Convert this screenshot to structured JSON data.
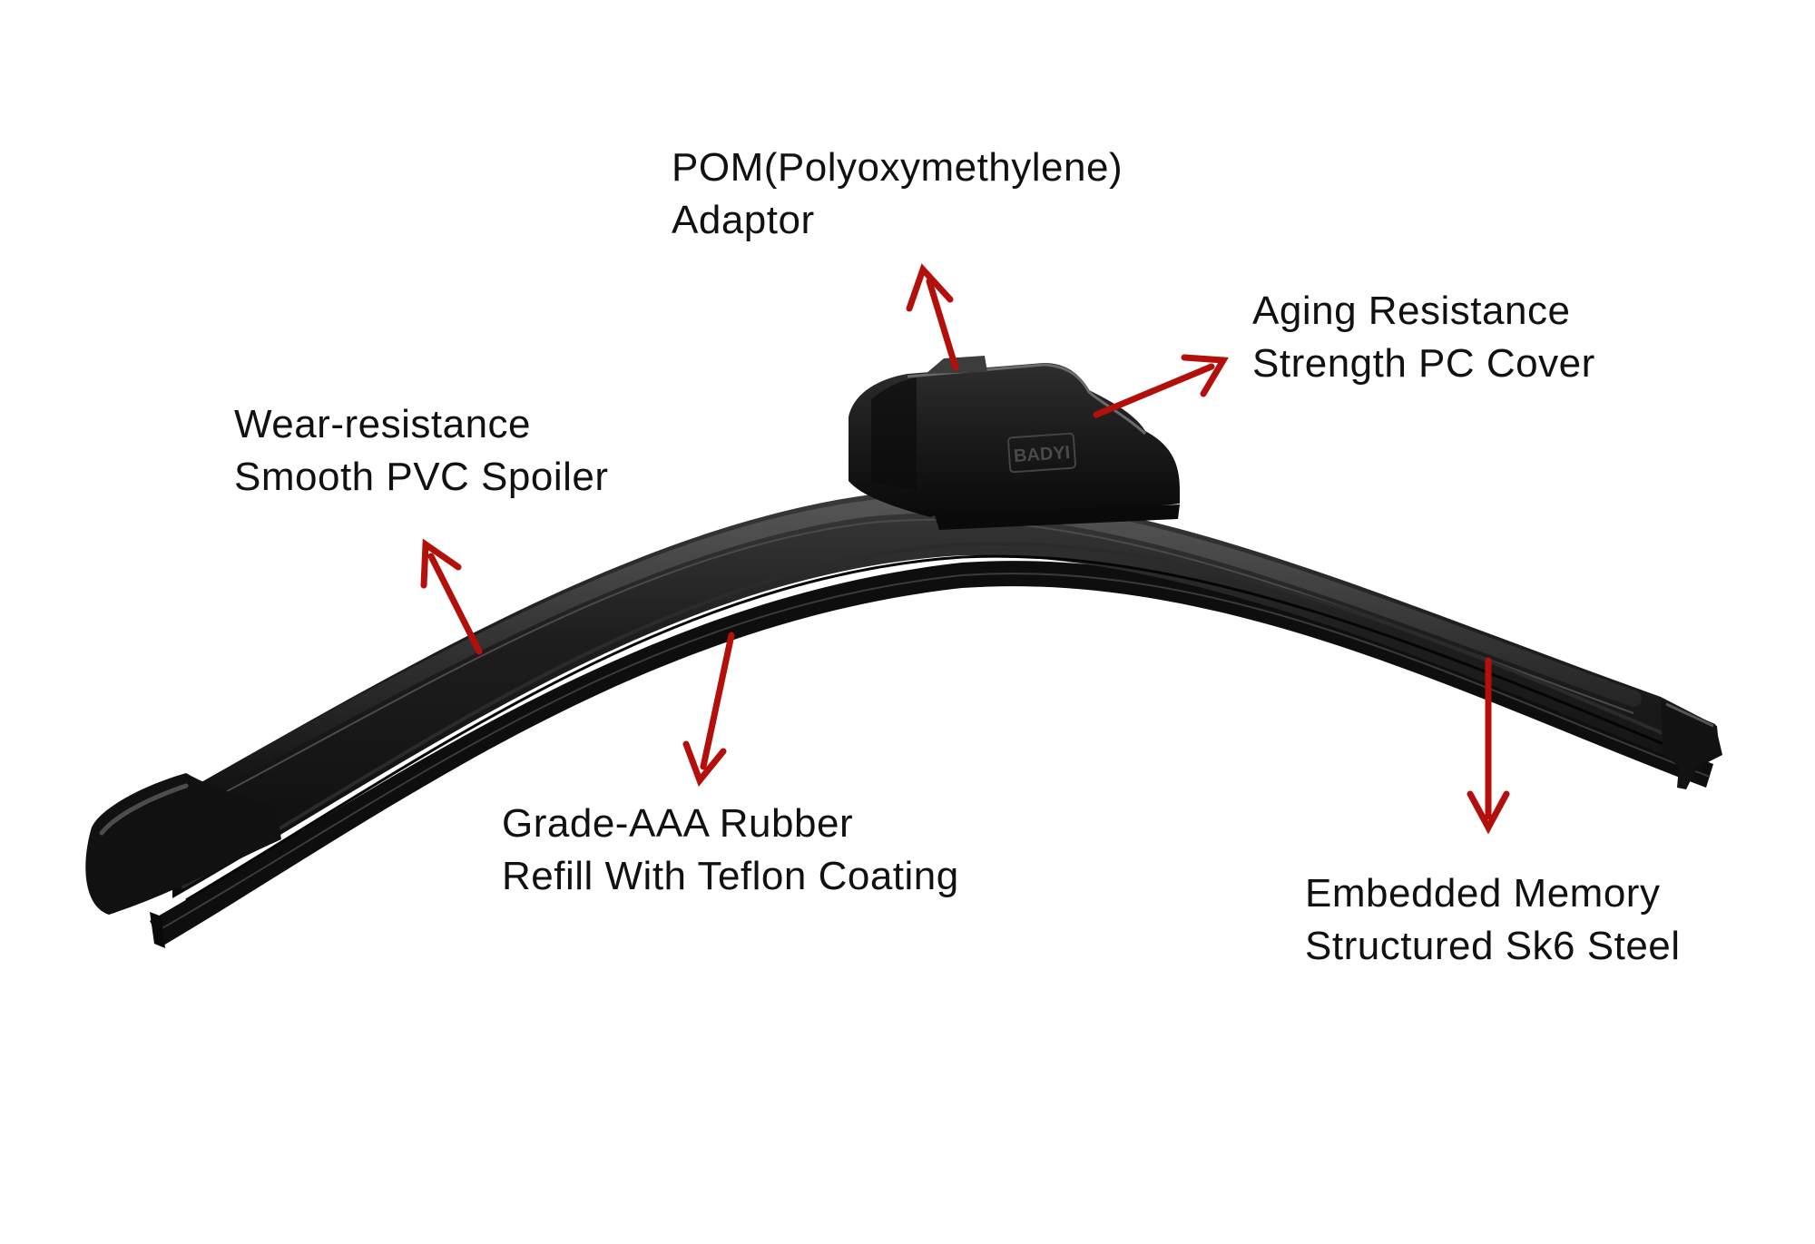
{
  "colors": {
    "arrow": "#b3100c",
    "blade": "#1b1b1b",
    "background": "#ffffff"
  },
  "brand_mark": "BADYI",
  "labels": {
    "adaptor": {
      "line1": "POM(Polyoxymethylene)",
      "line2": "Adaptor"
    },
    "cover": {
      "line1": "Aging Resistance",
      "line2": "Strength PC Cover"
    },
    "spoiler": {
      "line1": "Wear-resistance",
      "line2": "Smooth PVC Spoiler"
    },
    "refill": {
      "line1": "Grade-AAA Rubber",
      "line2": "Refill With Teflon Coating"
    },
    "steel": {
      "line1": "Embedded Memory",
      "line2": "Structured Sk6 Steel"
    }
  }
}
